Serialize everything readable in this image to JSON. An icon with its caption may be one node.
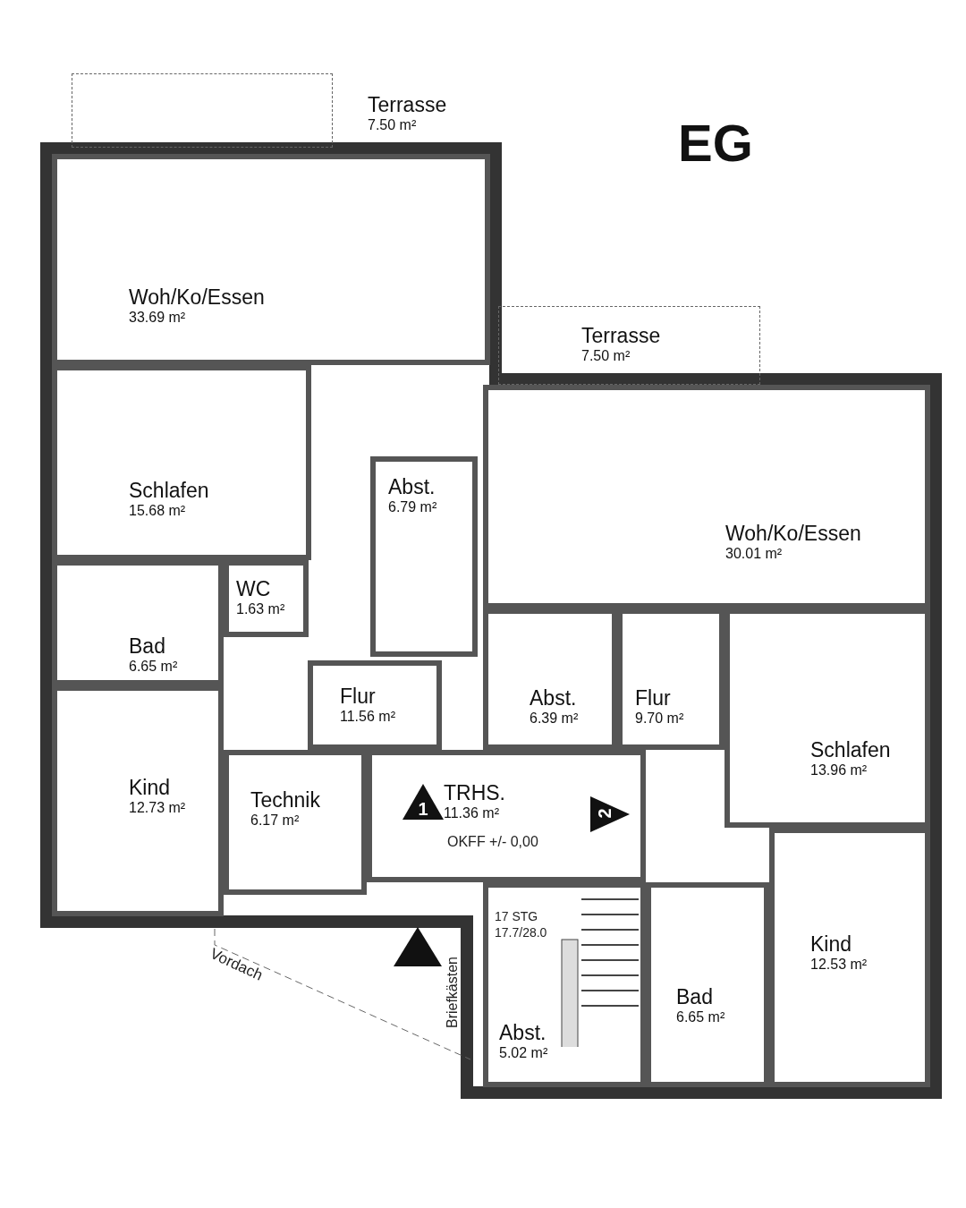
{
  "diagram": {
    "title": "EG",
    "nodes": [
      {
        "text": [
          "Terrasse",
          "7.50 m²"
        ]
      },
      {
        "text": [
          "Terrasse",
          "7.50 m²"
        ]
      },
      {
        "text": [
          "Woh/Ko/Essen",
          "33.69 m²"
        ]
      },
      {
        "text": [
          "Schlafen",
          "15.68 m²"
        ]
      },
      {
        "text": [
          "Abst.",
          "6.79 m²"
        ]
      },
      {
        "text": [
          "WC",
          "1.63 m²"
        ]
      },
      {
        "text": [
          "Bad",
          "6.65 m²"
        ]
      },
      {
        "text": [
          "Flur",
          "11.56 m²"
        ]
      },
      {
        "text": [
          "Kind",
          "12.73 m²"
        ]
      },
      {
        "text": [
          "Technik",
          "6.17 m²"
        ]
      },
      {
        "text": [
          "TRHS.",
          "11.36 m²"
        ]
      },
      {
        "text": [
          "Woh/Ko/Essen",
          "30.01 m²"
        ]
      },
      {
        "text": [
          "Abst.",
          "6.39 m²"
        ]
      },
      {
        "text": [
          "Flur",
          "9.70 m²"
        ]
      },
      {
        "text": [
          "Schlafen",
          "13.96 m²"
        ]
      },
      {
        "text": [
          "Kind",
          "12.53 m²"
        ]
      },
      {
        "text": [
          "Bad",
          "6.65 m²"
        ]
      },
      {
        "text": [
          "Abst.",
          "5.02 m²"
        ]
      },
      {
        "text": [
          "1"
        ],
        "in": 10
      },
      {
        "text": [
          "2"
        ],
        "in": 10
      },
      {
        "text": [],
        "shape": "triangle"
      }
    ],
    "labels": [
      "OKFF +/- 0,00",
      "17 STG",
      "17.7/28.0",
      "Vordach",
      "Briefkästen"
    ]
  }
}
